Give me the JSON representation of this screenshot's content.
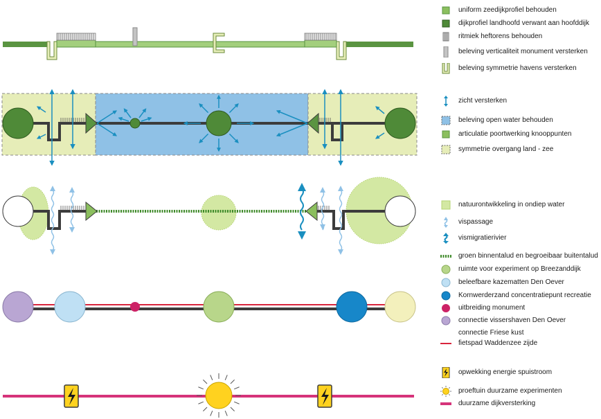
{
  "colors": {
    "dike_green": "#5a9441",
    "dark_green": "#4f8a38",
    "land_fill": "#e6edb8",
    "water_fill": "#8fc1e6",
    "arrow_blue": "#1a8fc0",
    "road": "#3c3c3c",
    "nature": "#d3e8a3",
    "red_line": "#d8243c",
    "pink_line": "#d6337a",
    "yellow": "#ffd21f",
    "lilac": "#b9a6d3",
    "light_blue": "#bfe0f4",
    "strong_blue": "#1787c9",
    "cream": "#f3f0bc",
    "light_green_circle": "#b8d68a",
    "magenta_dot": "#cc2266"
  },
  "legend": {
    "uniform_profile": "uniform zeedijkprofiel behouden",
    "landhead_profile": "dijkprofiel landhoofd verwant aan hoofddijk",
    "lift_towers": "ritmiek heftorens behouden",
    "monument_vertical": "beleving verticaliteit monument versterken",
    "harbour_symmetry": "beleving symmetrie havens versterken",
    "view_strengthen": "zicht versterken",
    "open_water": "beleving open water behouden",
    "gateway_nodes": "articulatie poortwerking knooppunten",
    "land_sea_symmetry": "symmetrie overgang land - zee",
    "nature_shallow": "natuurontwikkeling in ondiep water",
    "fish_passage": "vispassage",
    "fish_river": "vismigratierivier",
    "green_slope": "groen binnentalud en begroeibaar buitentalud",
    "experiment_space": "ruimte voor experiment op Breezanddijk",
    "casemates": "beleefbare kazematten Den Oever",
    "kornwerderzand": "Kornwerderzand concentratiepunt recreatie",
    "monument_expansion": "uitbreiding monument",
    "fishing_harbour": "connectie vissershaven Den Oever",
    "frisian_coast": "connectie Friese kust",
    "cycle_path": "fietspad Waddenzee zijde",
    "tidal_energy": "opwekking energie spuistroom",
    "test_garden": "proeftuin duurzame experimenten",
    "sustainable_reinforcement": "duurzame dijkversterking"
  }
}
